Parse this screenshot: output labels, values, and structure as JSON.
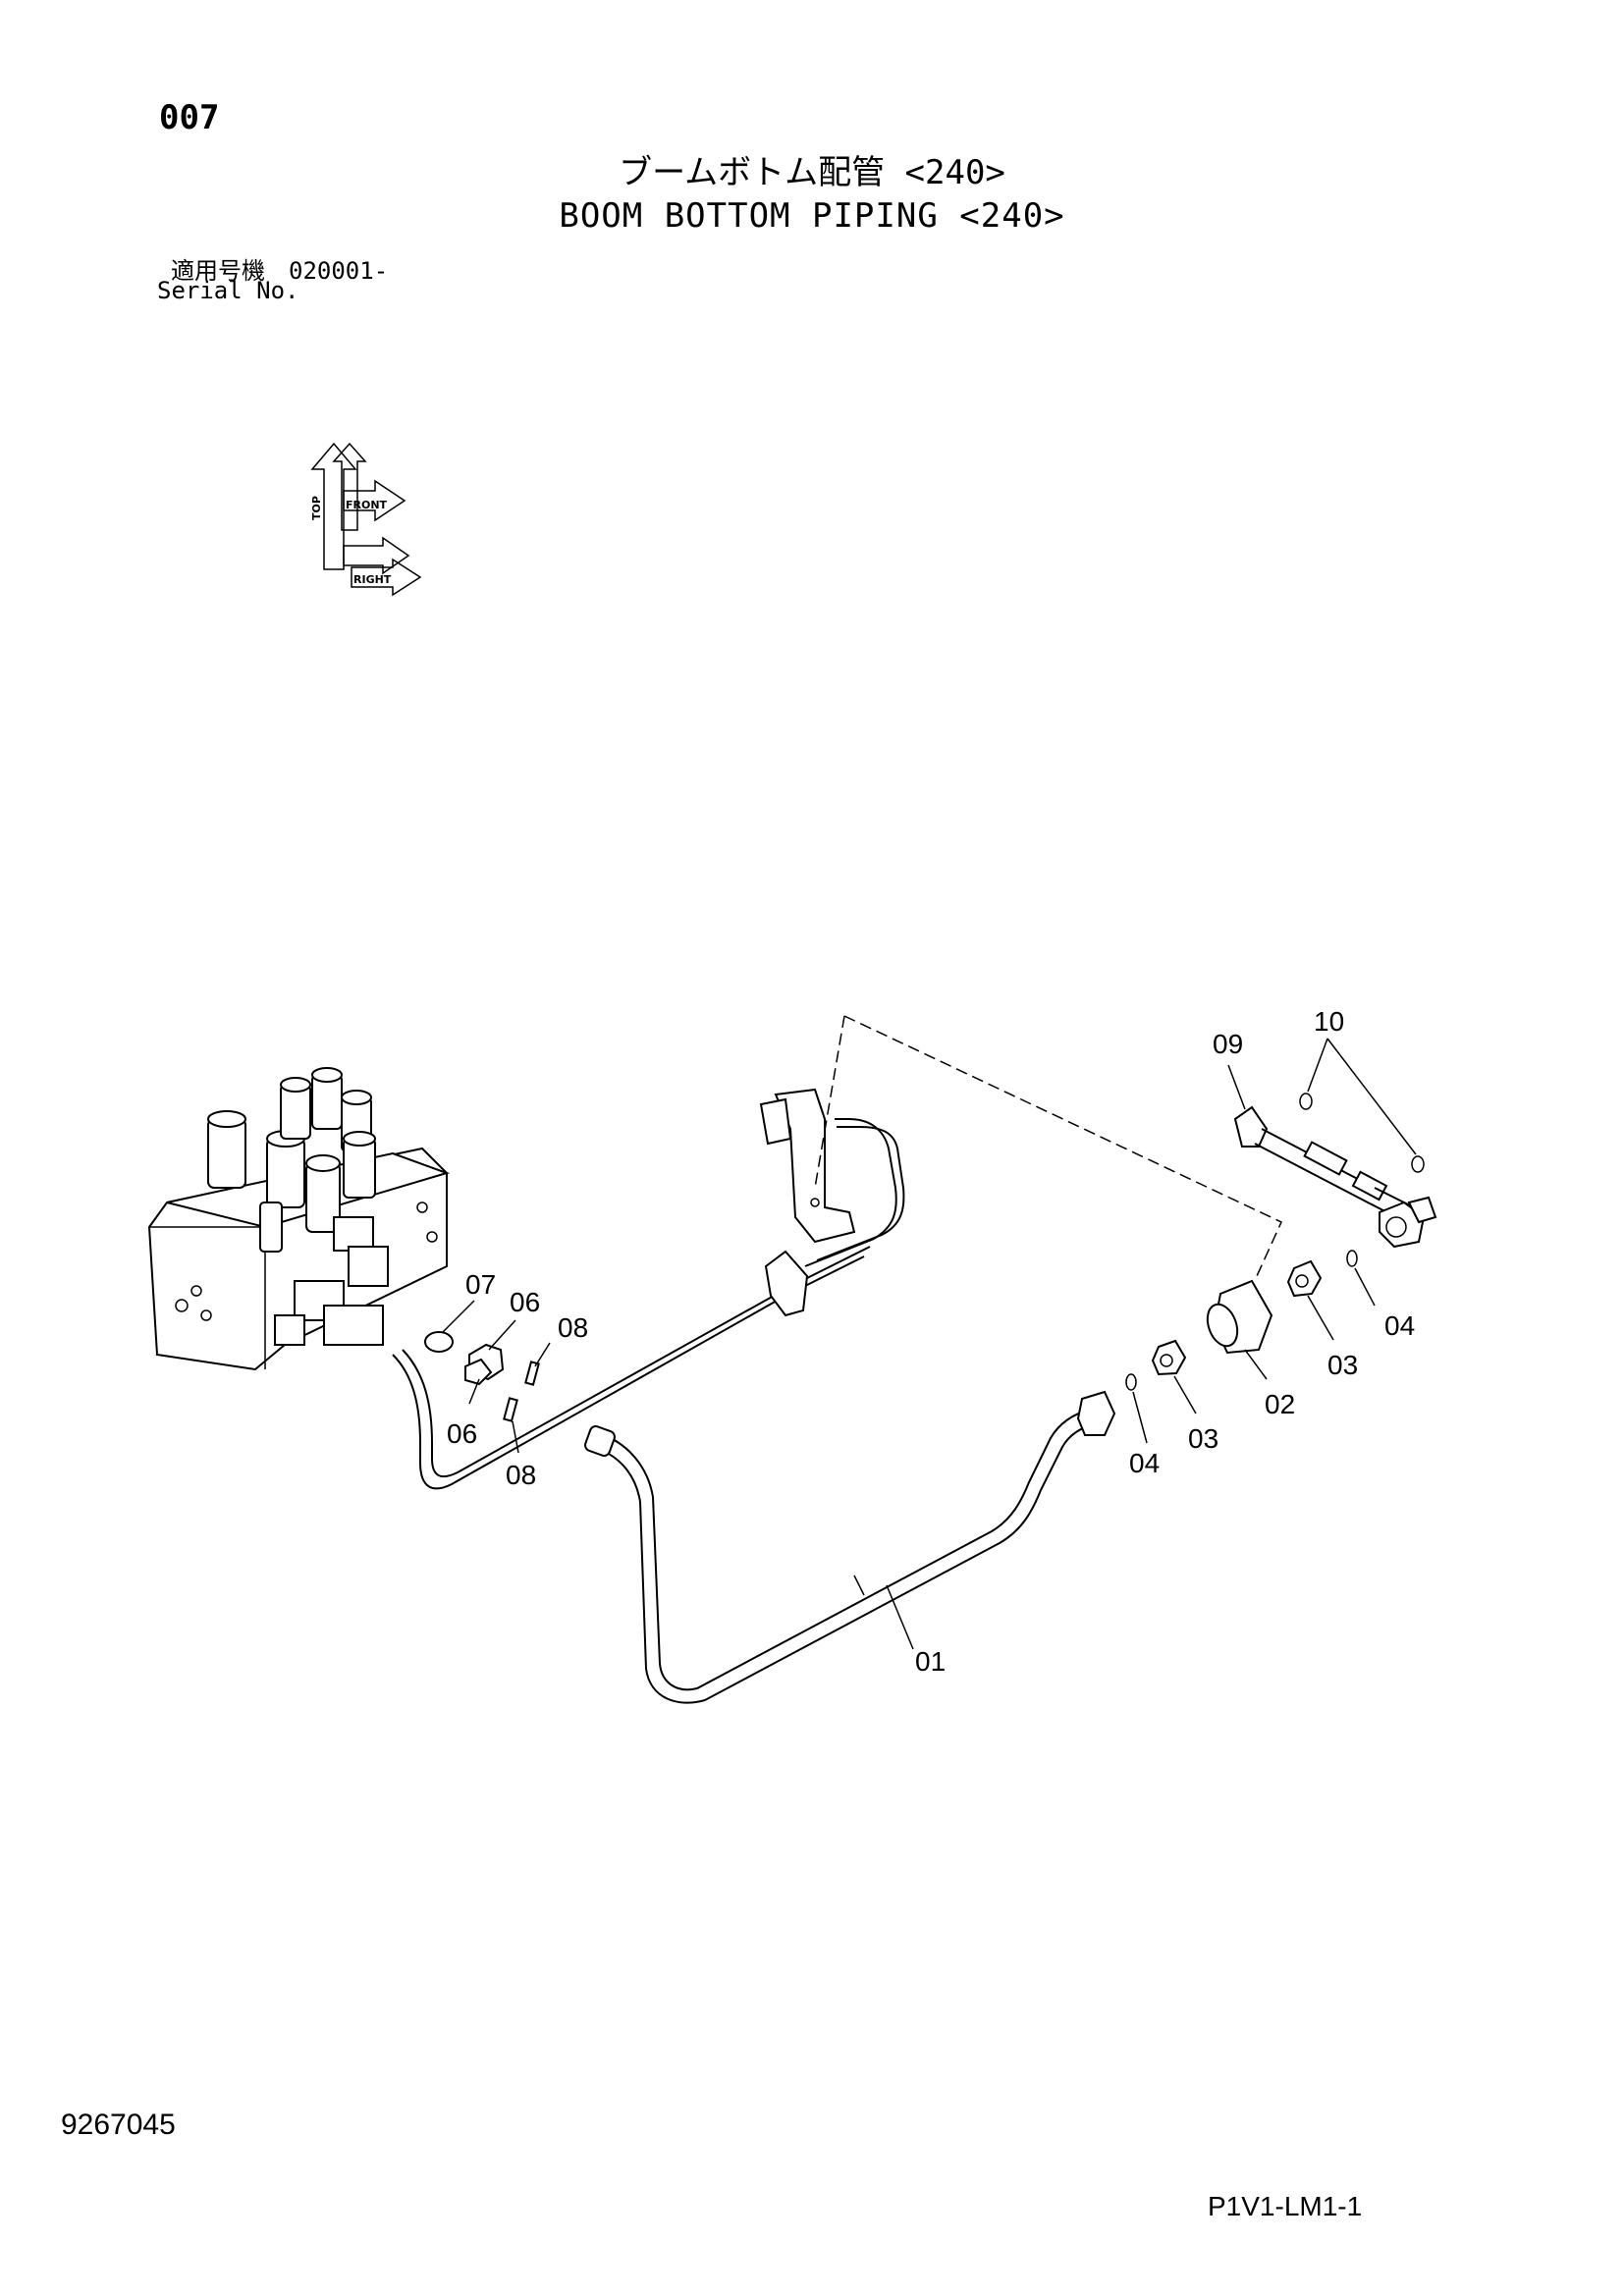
{
  "header": {
    "page_number": "007",
    "title_jp": "ブームボトム配管 <240>",
    "title_en": "BOOM BOTTOM PIPING <240>",
    "serial_label_jp": "適用号機　020001-",
    "serial_label_en": "Serial No."
  },
  "orientation": {
    "top": "TOP",
    "front": "FRONT",
    "right": "RIGHT"
  },
  "callouts": {
    "c01": "01",
    "c02": "02",
    "c03a": "03",
    "c03b": "03",
    "c04a": "04",
    "c04b": "04",
    "c06a": "06",
    "c06b": "06",
    "c07": "07",
    "c08a": "08",
    "c08b": "08",
    "c09": "09",
    "c10": "10"
  },
  "footer": {
    "drawing_number": "9267045",
    "sheet_code": "P1V1-LM1-1"
  }
}
